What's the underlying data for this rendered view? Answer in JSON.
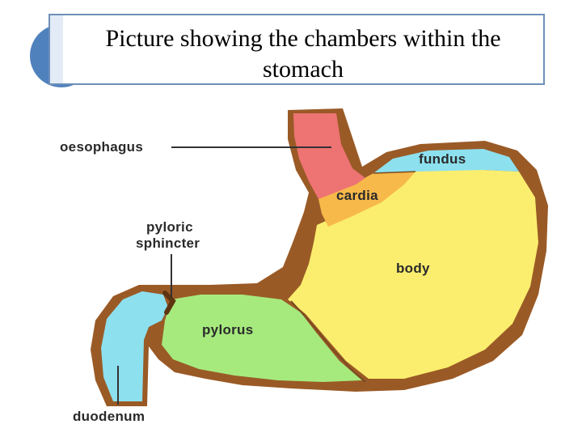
{
  "slide": {
    "title_line1": "Picture showing the chambers within the",
    "title_line2": "stomach"
  },
  "diagram": {
    "labels": {
      "oesophagus": "oesophagus",
      "fundus": "fundus",
      "cardia": "cardia",
      "body": "body",
      "pyloric_line1": "pyloric",
      "pyloric_line2": "sphincter",
      "pylorus": "pylorus",
      "duodenum": "duodenum"
    },
    "colors": {
      "wall": "#9a5a26",
      "oesophagus": "#ee7373",
      "fundus": "#8de0ee",
      "cardia": "#f7b94a",
      "body": "#fbee6e",
      "pylorus": "#a6ea7e",
      "duodenum": "#8de0ee",
      "accent_circle": "#4f81bd"
    }
  }
}
